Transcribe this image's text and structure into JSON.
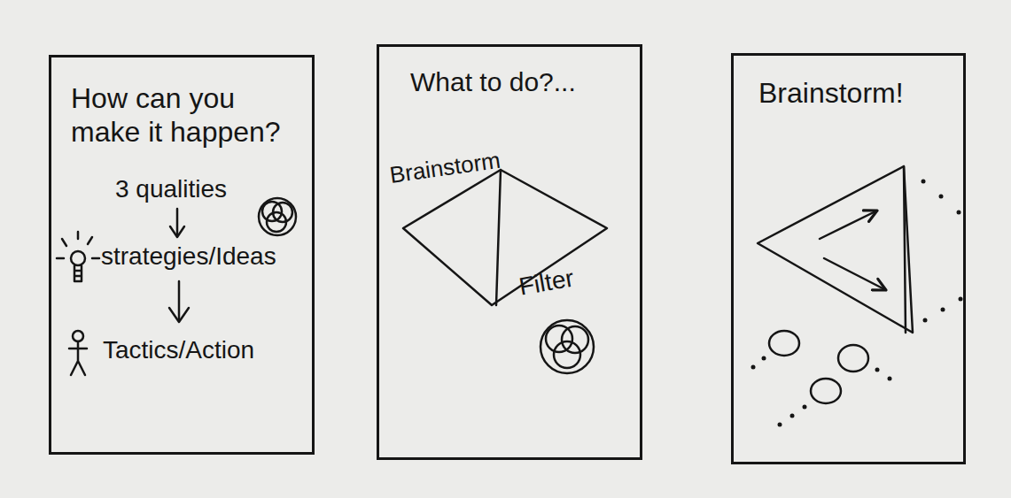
{
  "diagram": {
    "nodes": [
      {
        "text": [
          "How can you make it happen?",
          "3 qualities",
          "strategies/Ideas",
          "Tactics/Action"
        ]
      },
      {
        "text": [
          "What to do?...",
          "Brainstorm",
          "Filter"
        ]
      },
      {
        "text": [
          "Brainstorm!"
        ]
      }
    ]
  }
}
